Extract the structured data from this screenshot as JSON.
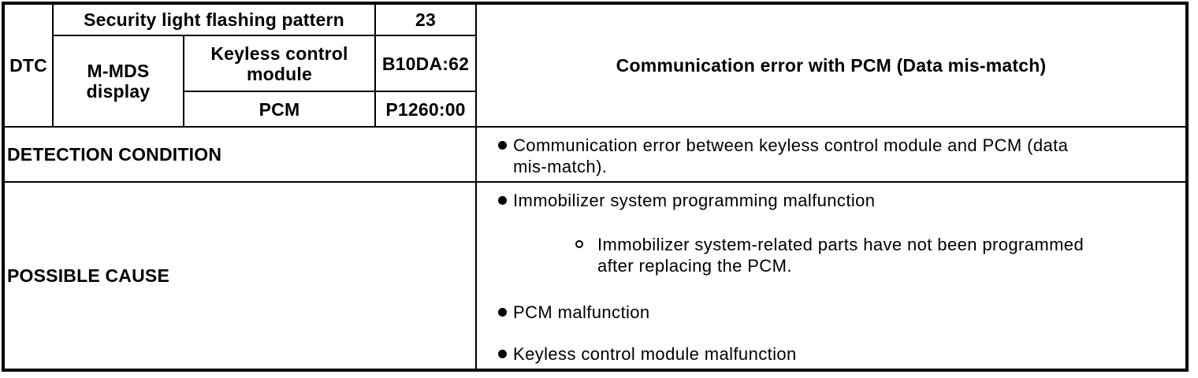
{
  "table": {
    "dtc": {
      "label": "DTC",
      "security_light": {
        "label": "Security light flashing pattern",
        "code": "23"
      },
      "mmds": {
        "label": "M-MDS display",
        "rows": [
          {
            "label": "Keyless control module",
            "code": "B10DA:62"
          },
          {
            "label": "PCM",
            "code": "P1260:00"
          }
        ]
      },
      "description": "Communication error with PCM (Data mis-match)"
    },
    "detection_condition": {
      "label": "DETECTION CONDITION",
      "items": [
        {
          "marker": "disc",
          "lines": [
            "Communication error between keyless control module and PCM (data",
            "mis-match)."
          ]
        }
      ]
    },
    "possible_cause": {
      "label": "POSSIBLE CAUSE",
      "items": [
        {
          "marker": "disc",
          "lines": [
            "Immobilizer system programming malfunction"
          ]
        },
        {
          "marker": "circle",
          "lines": [
            "Immobilizer system-related parts have not been programmed",
            "after replacing the PCM."
          ]
        },
        {
          "marker": "disc",
          "lines": [
            "PCM malfunction"
          ]
        },
        {
          "marker": "disc",
          "lines": [
            "Keyless control module malfunction"
          ]
        }
      ]
    },
    "colors": {
      "border": "#000000",
      "text": "#000000",
      "background": "#ffffff"
    }
  }
}
